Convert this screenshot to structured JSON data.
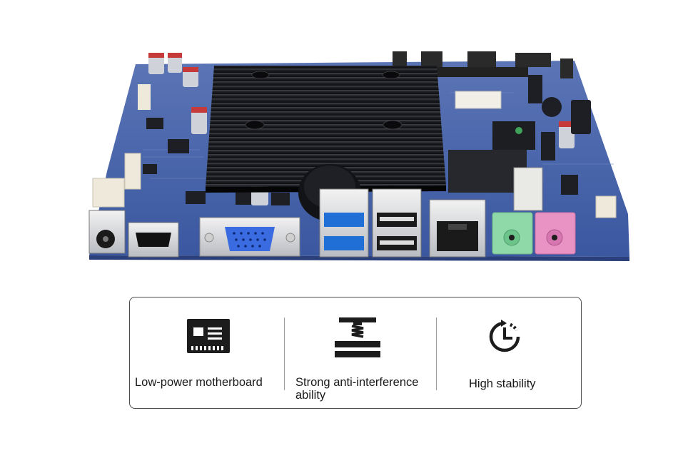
{
  "product_image": {
    "icon": "motherboard-photo"
  },
  "features": [
    {
      "icon": "motherboard-icon",
      "label": "Low-power motherboard"
    },
    {
      "icon": "compression-shield-icon",
      "label": "Strong anti-interference ability"
    },
    {
      "icon": "clock-refresh-icon",
      "label": "High stability"
    }
  ],
  "colors": {
    "board": "#3b5aa6",
    "heatsink": "#111214",
    "usb3": "#1f6fd6",
    "audio_green": "#8fd9a8",
    "audio_pink": "#e992c4",
    "vga_blue": "#3a6be0"
  }
}
